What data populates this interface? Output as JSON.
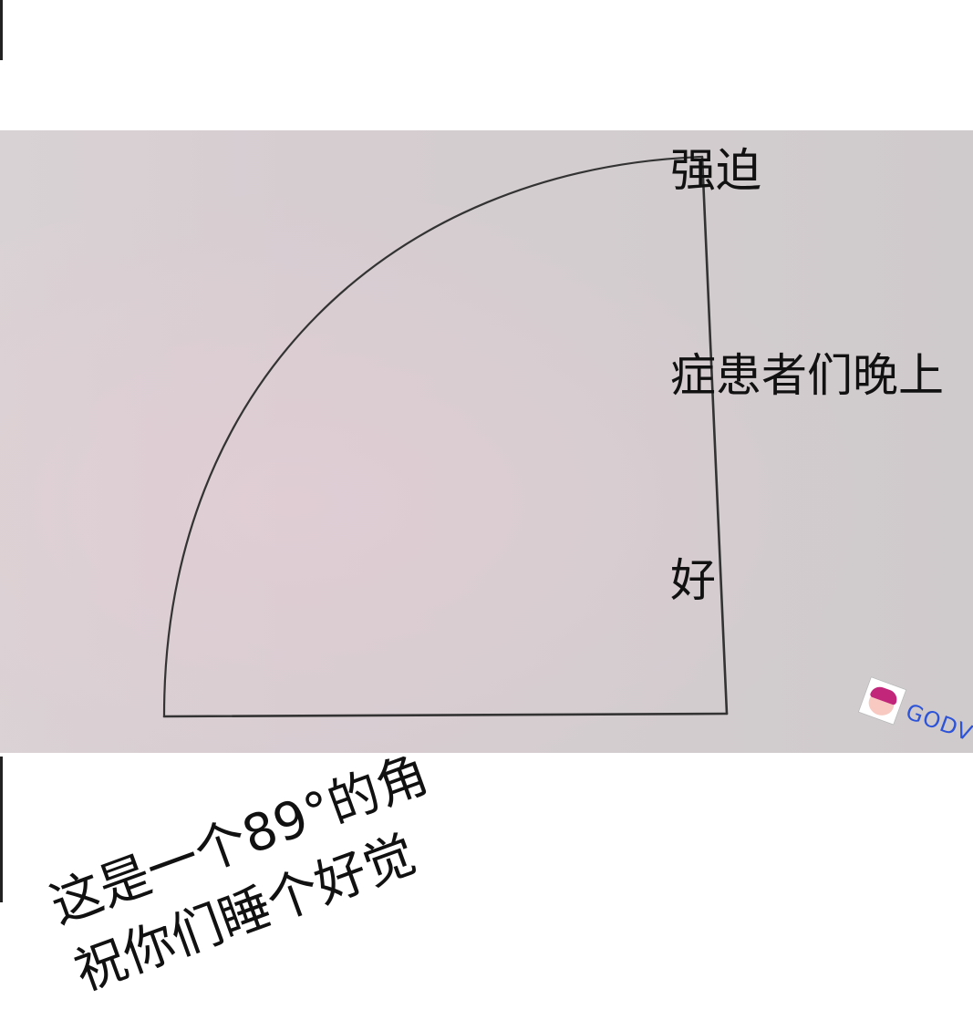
{
  "caption_top": {
    "lines": [
      "强迫",
      "症患者们晚上",
      "好"
    ]
  },
  "caption_bottom": {
    "lines": [
      "这是一个89°的角",
      "祝你们睡个好觉"
    ]
  },
  "watermark": {
    "text": "GODV",
    "icon": "cartoon-avatar-icon"
  },
  "drawing": {
    "shape": "quarter-circle-sector",
    "stroke_color": "#333333",
    "paper_color": "#d6cfd2"
  }
}
